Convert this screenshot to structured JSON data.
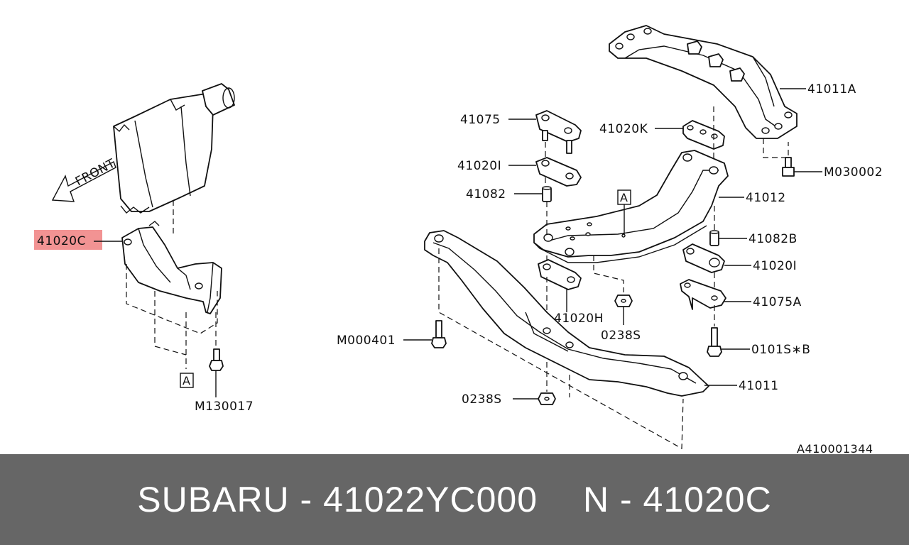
{
  "diagram": {
    "front_label": "FRONT",
    "ref_marker": "A",
    "drawing_number": "A410001344",
    "highlight_color": "#f08080",
    "parts": {
      "p41020C": "41020C",
      "pM130017": "M130017",
      "p41075": "41075",
      "p41020I_top": "41020I",
      "p41082": "41082",
      "p41020K": "41020K",
      "p41011A": "41011A",
      "pM030002": "M030002",
      "p41012": "41012",
      "p41082B": "41082B",
      "p41020I_right": "41020I",
      "p41075A": "41075A",
      "p0101SB": "0101S∗B",
      "p41020H": "41020H",
      "p0238S_mid": "0238S",
      "pM000401": "M000401",
      "p0238S_bot": "0238S",
      "p41011": "41011"
    }
  },
  "footer": {
    "left": "SUBARU - 41022YC000",
    "right": "N - 41020C",
    "bg_color": "#666666"
  }
}
